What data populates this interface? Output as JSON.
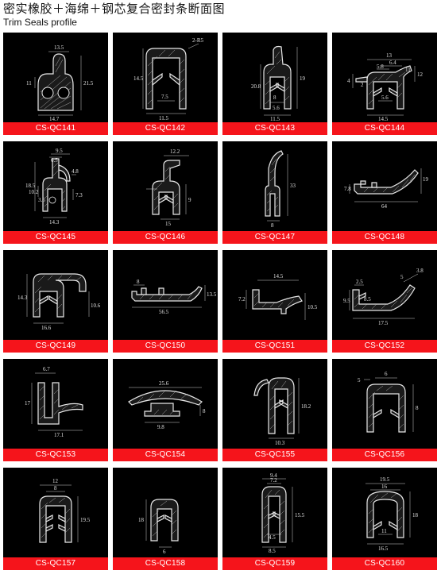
{
  "header": {
    "title_cn": "密实橡胶＋海绵＋钢芯复合密封条断面图",
    "title_en": "Trim Seals profile"
  },
  "products": [
    {
      "code": "CS-QC141",
      "dims": [
        "13.5",
        "11",
        "21.5",
        "14.7"
      ]
    },
    {
      "code": "CS-QC142",
      "dims": [
        "2-R5",
        "14.5",
        "7.5",
        "11.5"
      ]
    },
    {
      "code": "CS-QC143",
      "dims": [
        "20.8",
        "8",
        "19",
        "5.6",
        "11.5"
      ]
    },
    {
      "code": "CS-QC144",
      "dims": [
        "13",
        "6.4",
        "5.8",
        "11",
        "12",
        "4",
        "2",
        "5.6",
        "14.5"
      ]
    },
    {
      "code": "CS-QC145",
      "dims": [
        "9.5",
        "6.5",
        "4.8",
        "18.5",
        "10.2",
        "3.5",
        "7.3",
        "14.3"
      ]
    },
    {
      "code": "CS-QC146",
      "dims": [
        "12.2",
        "9",
        "15"
      ]
    },
    {
      "code": "CS-QC147",
      "dims": [
        "33",
        "8"
      ]
    },
    {
      "code": "CS-QC148",
      "dims": [
        "7.8",
        "19",
        "64"
      ]
    },
    {
      "code": "CS-QC149",
      "dims": [
        "14.3",
        "10.6",
        "16.6"
      ]
    },
    {
      "code": "CS-QC150",
      "dims": [
        "8",
        "13.5",
        "56.5"
      ]
    },
    {
      "code": "CS-QC151",
      "dims": [
        "14.5",
        "7.2",
        "10.5"
      ]
    },
    {
      "code": "CS-QC152",
      "dims": [
        "2.5",
        "9.5",
        "5",
        "3.8",
        "8.5",
        "17.5"
      ]
    },
    {
      "code": "CS-QC153",
      "dims": [
        "6.7",
        "17",
        "17.1"
      ]
    },
    {
      "code": "CS-QC154",
      "dims": [
        "25.6",
        "8",
        "9.8"
      ]
    },
    {
      "code": "CS-QC155",
      "dims": [
        "18.2",
        "10.3"
      ]
    },
    {
      "code": "CS-QC156",
      "dims": [
        "6",
        "5",
        "8"
      ]
    },
    {
      "code": "CS-QC157",
      "dims": [
        "12",
        "8",
        "19.5"
      ]
    },
    {
      "code": "CS-QC158",
      "dims": [
        "18",
        "6"
      ]
    },
    {
      "code": "CS-QC159",
      "dims": [
        "9.4",
        "7.2",
        "15.5",
        "4.5",
        "8.5"
      ]
    },
    {
      "code": "CS-QC160",
      "dims": [
        "19.5",
        "16",
        "18",
        "11",
        "16.5"
      ]
    }
  ]
}
